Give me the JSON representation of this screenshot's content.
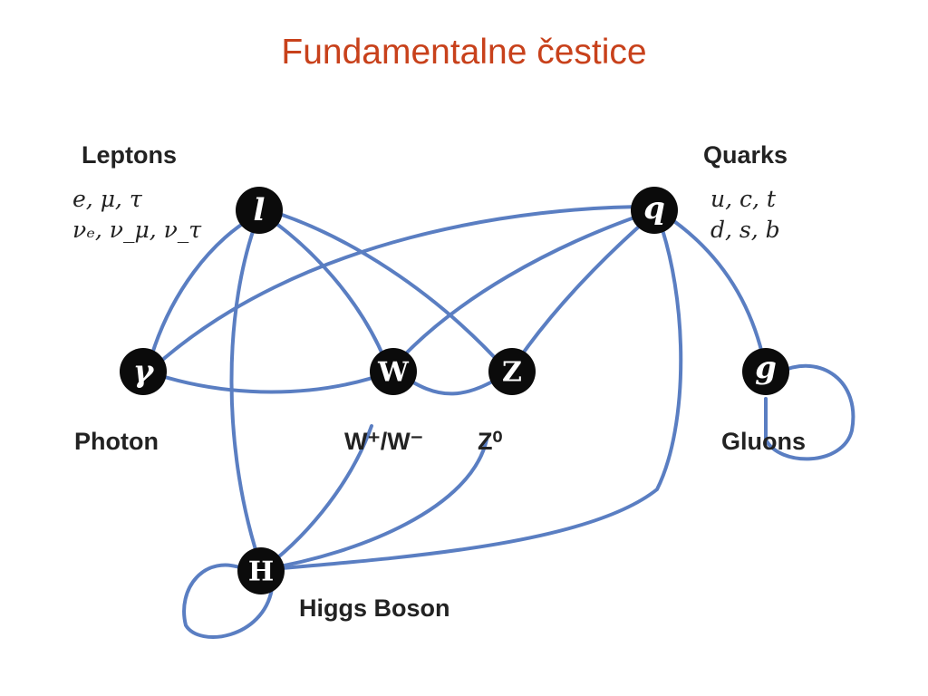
{
  "title": "Fundamentalne čestice",
  "nodes": {
    "lepton": {
      "symbol": "l",
      "label": "Leptons"
    },
    "quark": {
      "symbol": "q",
      "label": "Quarks"
    },
    "photon": {
      "symbol": "γ",
      "label": "Photon"
    },
    "w": {
      "symbol": "W",
      "label": "W⁺/W⁻"
    },
    "z": {
      "symbol": "Z",
      "label": "Z⁰"
    },
    "gluon": {
      "symbol": "g",
      "label": "Gluons"
    },
    "higgs": {
      "symbol": "H",
      "label": "Higgs Boson"
    }
  },
  "leptons_list": {
    "line1": "e,  μ,  τ",
    "line2": "νₑ, ν_μ, ν_τ"
  },
  "quarks_list": {
    "line1": "u, c, t",
    "line2": "d, s, b"
  },
  "colors": {
    "title": "#c8411b",
    "edge": "#5a7ec2",
    "node": "#0b0b0b"
  }
}
